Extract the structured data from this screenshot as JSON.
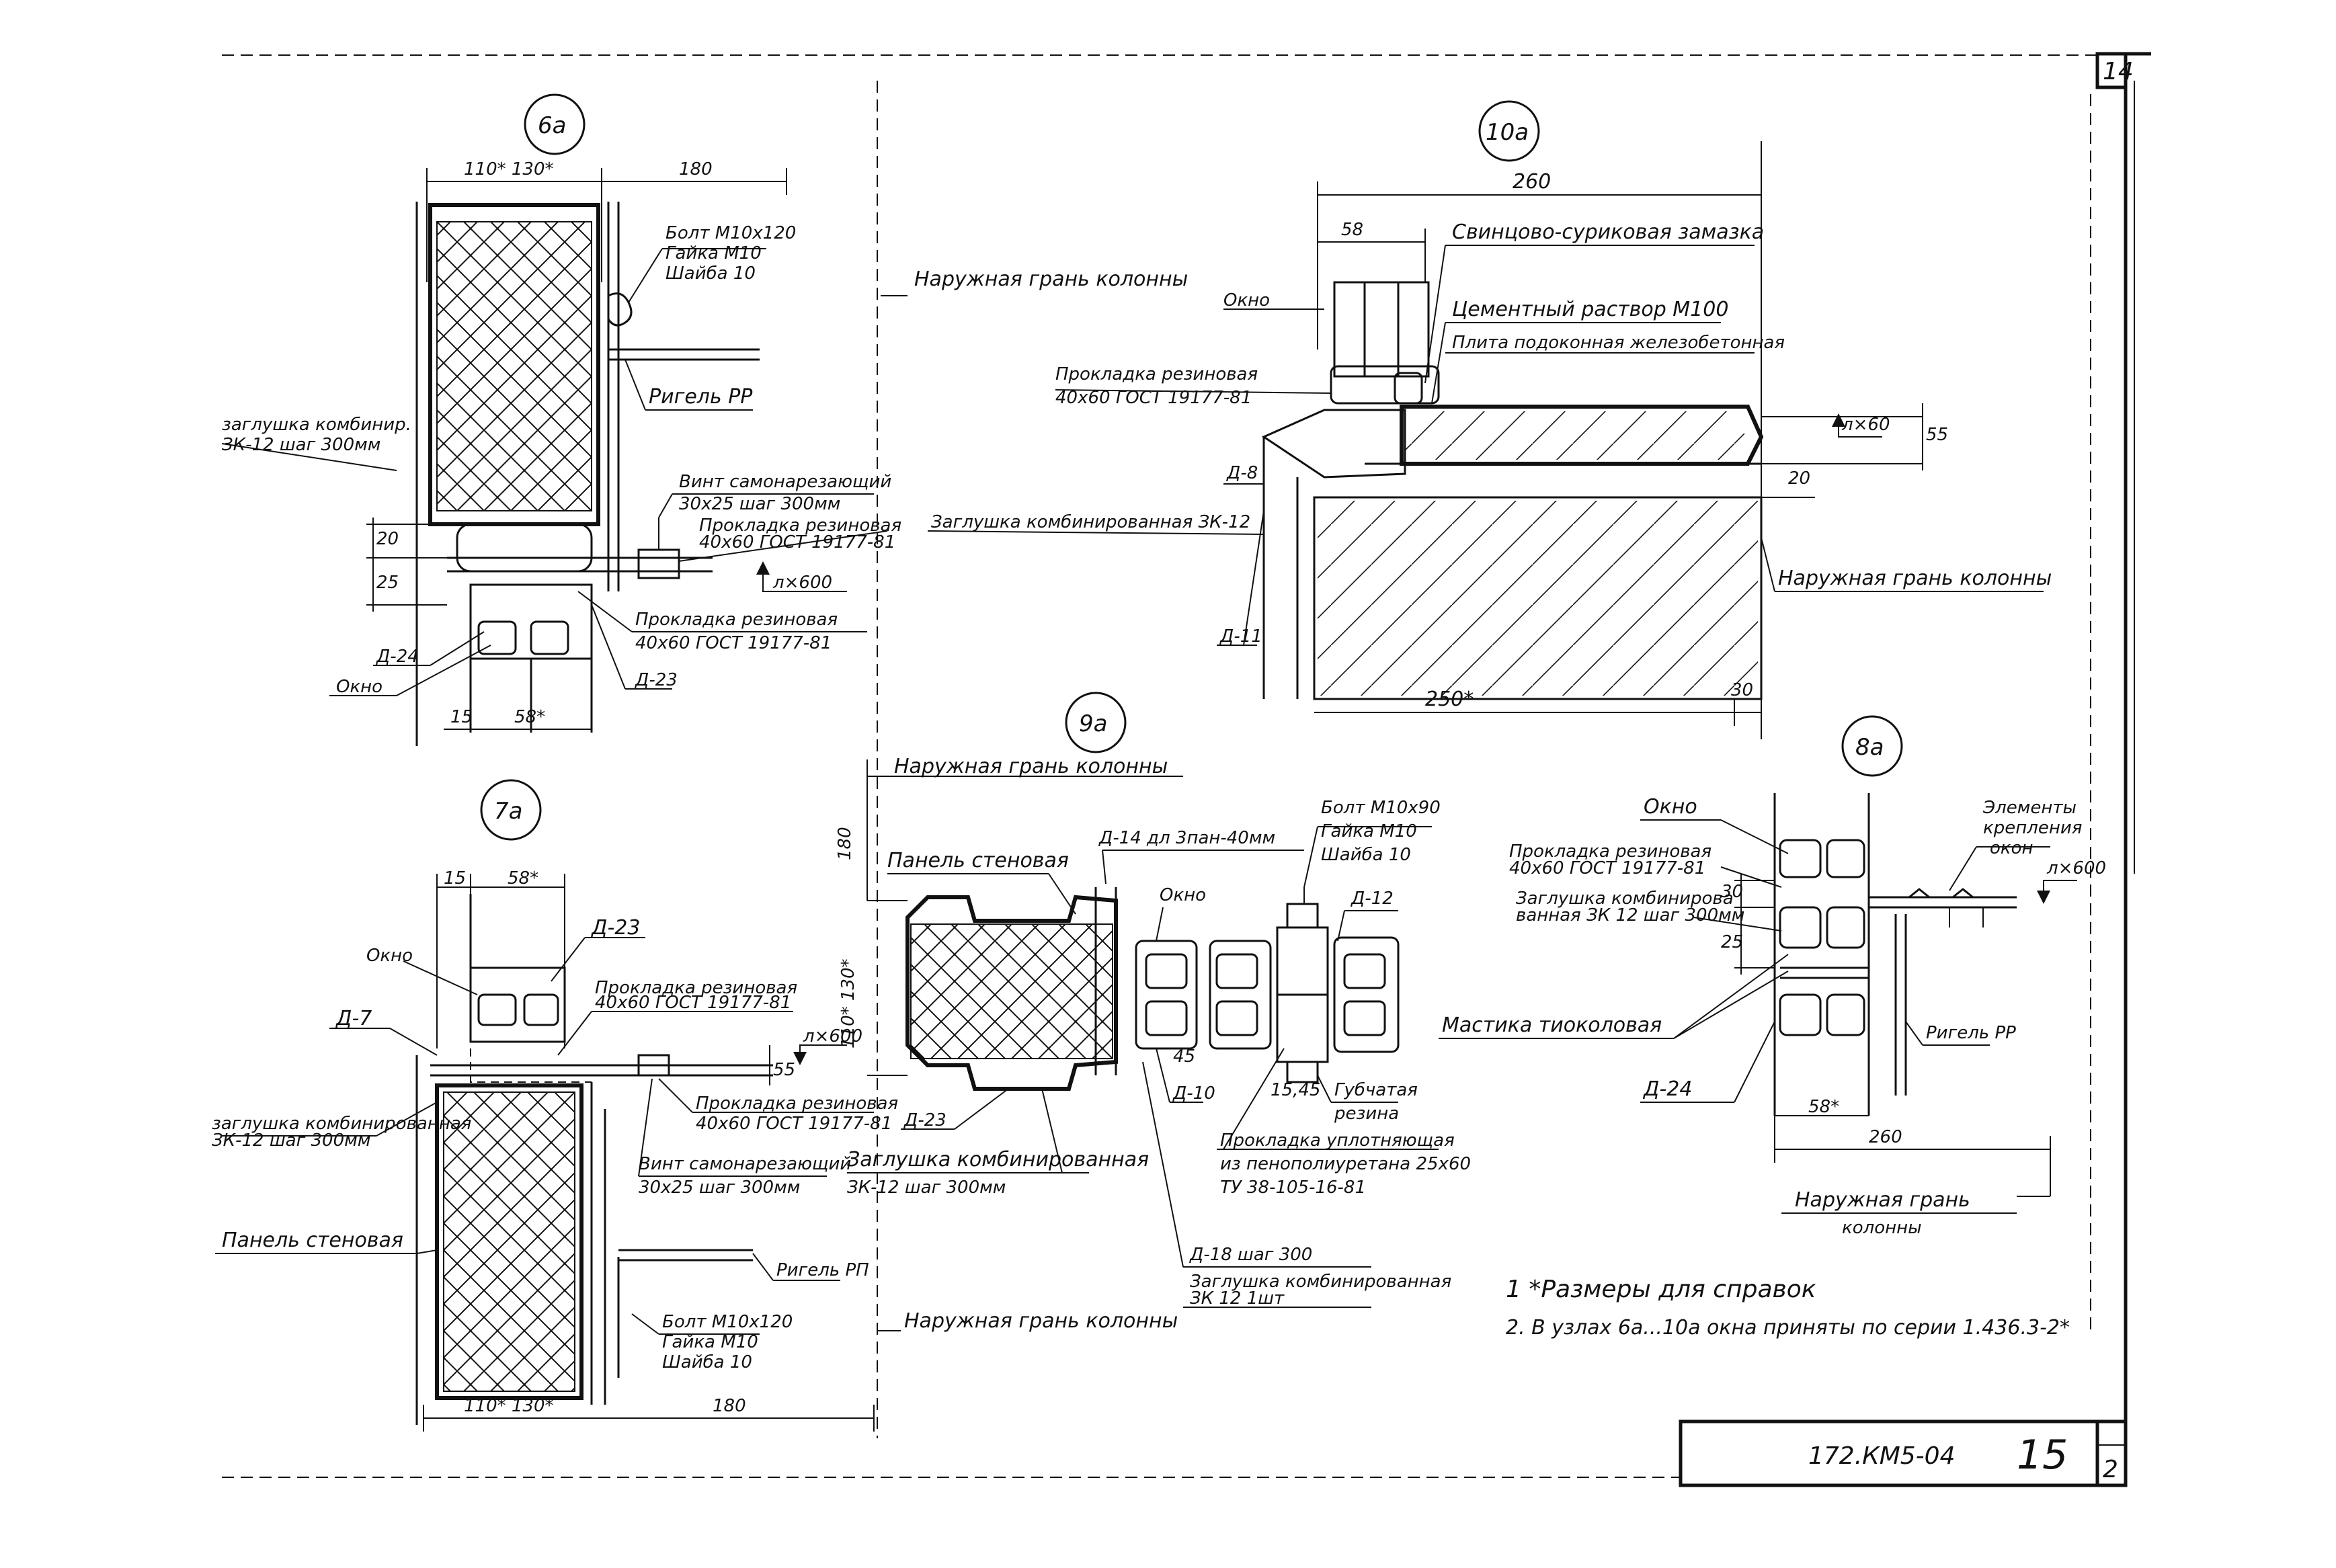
{
  "sheet": {
    "number": "14"
  },
  "title_block": {
    "code": "172.КМ5-04",
    "page": "15",
    "sheet_label": "2"
  },
  "notes": {
    "note1": "1 *Размеры для справок",
    "note2": "2. В узлах 6а...10а окна приняты по серии 1.436.3-2*"
  },
  "node_6a": {
    "marker": "6а",
    "dim_top_left": "110* 130*",
    "dim_top_right": "180",
    "bolt1": "Болт М10х120",
    "bolt2": "Гайка М10",
    "bolt3": "Шайба 10",
    "outer_face": "Наружная грань колонны",
    "crossbar": "Ригель РР",
    "left_note1": "заглушка комбинир.",
    "left_note2": "ЗК-12 шаг 300мм",
    "screw1": "Винт самонарезающий",
    "screw2": "30х25 шаг 300мм",
    "gasket_a1": "Прокладка резиновая",
    "gasket_a2": "40х60 ГОСТ 19177-81",
    "level": "л×600",
    "gasket_b1": "Прокладка резиновая",
    "gasket_b2": "40х60 ГОСТ 19177-81",
    "dim_25": "25",
    "dim_20": "20",
    "d24": "Д-24",
    "window": "Окно",
    "d23": "Д-23",
    "dim_15": "15",
    "dim_58": "58*"
  },
  "node_10a": {
    "marker": "10а",
    "dim_260": "260",
    "dim_58": "58",
    "sealing": "Свинцово-суриковая замазка",
    "window": "Окно",
    "mortar": "Цементный раствор М100",
    "slab": "Плита подоконная железобетонная",
    "gasket1": "Прокладка резиновая",
    "gasket2": "40х60 ГОСТ 19177-81",
    "level": "л×60",
    "dim_55": "55",
    "dim_20": "20",
    "d8": "Д-8",
    "plug": "Заглушка комбинированная ЗК-12",
    "outer_face": "Наружная грань колонны",
    "d11": "Д-11",
    "dim_250": "250*",
    "dim_30": "30"
  },
  "node_9a": {
    "marker": "9а",
    "outer_face": "Наружная грань колонны",
    "d14": "Д-14 дл 3пан-40мм",
    "bolt1": "Болт М10х90",
    "bolt2": "Гайка М10",
    "bolt3": "Шайба 10",
    "panel": "Панель стеновая",
    "dim_180": "180",
    "dim_110": "110* 130*",
    "window": "Окно",
    "d12": "Д-12",
    "d23": "Д-23",
    "d10": "Д-10",
    "dim_45": "45",
    "dim_15": "15,45",
    "rubber1": "Губчатая",
    "rubber2": "резина",
    "gasket1": "Прокладка уплотняющая",
    "gasket2": "из пенополиуретана 25х60",
    "gasket3": "ТУ 38-105-16-81",
    "plug1": "Заглушка комбинированная",
    "plug2": "ЗК-12 шаг 300мм",
    "d18": "Д-18 шаг 300",
    "plug3": "Заглушка комбинированная",
    "plug4": "ЗК 12 1шт"
  },
  "node_8a": {
    "marker": "8а",
    "window": "Окно",
    "elements1": "Элементы",
    "elements2": "крепления",
    "elements3": "окон",
    "gasket1": "Прокладка резиновая",
    "gasket2": "40х60 ГОСТ 19177-81",
    "level": "л×600",
    "plug1": "Заглушка комбинирова",
    "plug2": "ванная ЗК 12 шаг 300мм",
    "dim_30": "30",
    "dim_25": "25",
    "mastic": "Мастика тиоколовая",
    "crossbar": "Ригель РР",
    "d24": "Д-24",
    "dim_58": "58*",
    "dim_260": "260",
    "outer1": "Наружная грань",
    "outer2": "колонны"
  },
  "node_7a": {
    "marker": "7а",
    "dim_15": "15",
    "dim_58": "58*",
    "d23": "Д-23",
    "window": "Окно",
    "d7": "Д-7",
    "gasket1": "Прокладка резиновая",
    "gasket2": "40х60 ГОСТ 19177-81",
    "level": "л×600",
    "dim_55": "55",
    "plug1": "заглушка комбинированная",
    "plug2": "ЗК-12 шаг 300мм",
    "gasket3": "Прокладка резиновая",
    "gasket4": "40х60 ГОСТ 19177-81",
    "screw1": "Винт самонарезающий",
    "screw2": "30х25 шаг 300мм",
    "plug3": "Заглушка комбинированная",
    "plug4": "ЗК-12 шаг 300мм",
    "panel": "Панель стеновая",
    "crossbar": "Ригель РП",
    "outer_face": "Наружная грань колонны",
    "bolt1": "Болт М10х120",
    "bolt2": "Гайка М10",
    "bolt3": "Шайба 10",
    "dim_110": "110* 130*",
    "dim_180": "180"
  }
}
